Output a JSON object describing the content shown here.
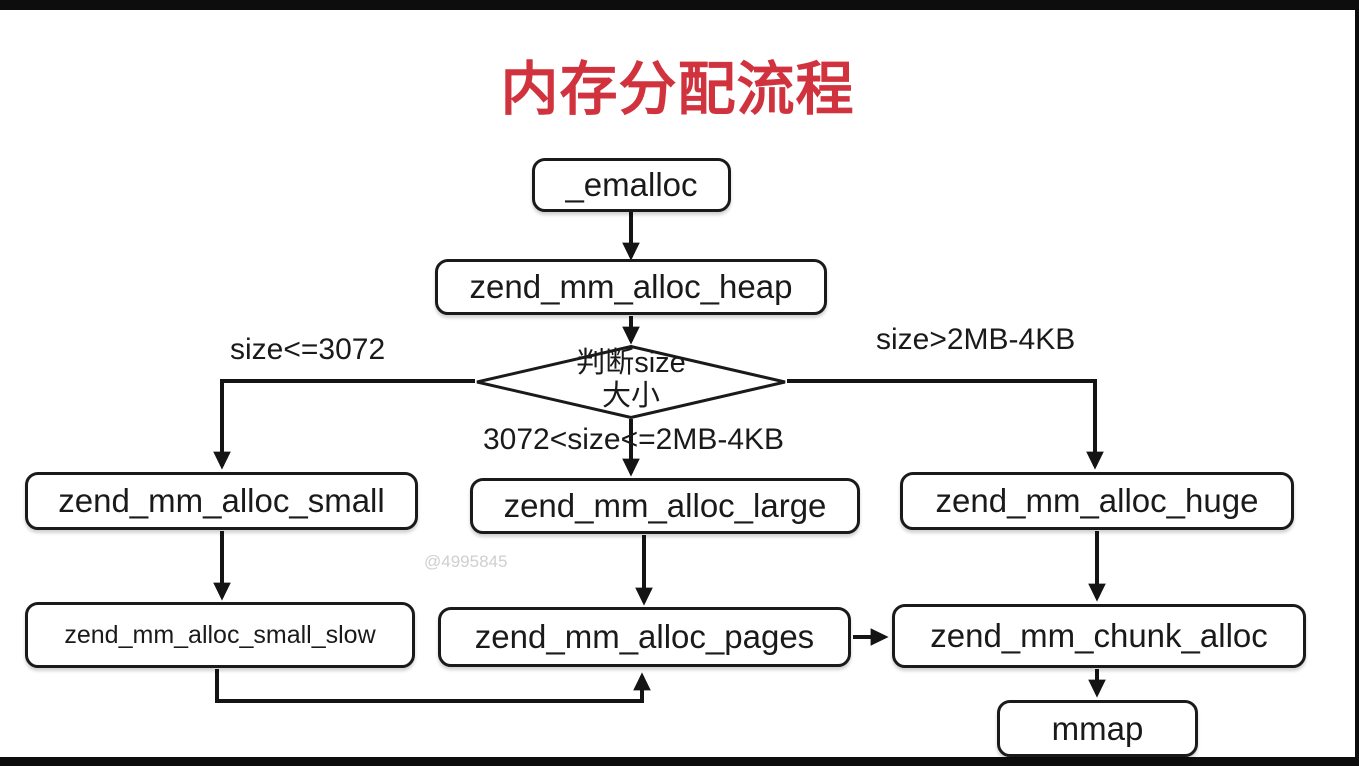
{
  "title": "内存分配流程",
  "watermark": "@4995845",
  "colors": {
    "title": "#d0333e",
    "line": "#141414",
    "box_border": "#1a1a1a",
    "background": "#ffffff",
    "watermark": "#cfcfcf",
    "letterbox": "#0d0d0d"
  },
  "nodes": {
    "emalloc": {
      "label": "_emalloc"
    },
    "heap": {
      "label": "zend_mm_alloc_heap"
    },
    "decision": {
      "line1": "判断size",
      "line2": "大小"
    },
    "small": {
      "label": "zend_mm_alloc_small"
    },
    "small_slow": {
      "label": "zend_mm_alloc_small_slow"
    },
    "large": {
      "label": "zend_mm_alloc_large"
    },
    "pages": {
      "label": "zend_mm_alloc_pages"
    },
    "huge": {
      "label": "zend_mm_alloc_huge"
    },
    "chunk": {
      "label": "zend_mm_chunk_alloc"
    },
    "mmap": {
      "label": "mmap"
    }
  },
  "edge_labels": {
    "left": "size<=3072",
    "middle": "3072<size<=2MB-4KB",
    "right": "size>2MB-4KB"
  },
  "edges": [
    {
      "from": "_emalloc",
      "to": "zend_mm_alloc_heap"
    },
    {
      "from": "zend_mm_alloc_heap",
      "to": "判断size大小"
    },
    {
      "from": "判断size大小",
      "to": "zend_mm_alloc_small",
      "condition": "size<=3072"
    },
    {
      "from": "判断size大小",
      "to": "zend_mm_alloc_large",
      "condition": "3072<size<=2MB-4KB"
    },
    {
      "from": "判断size大小",
      "to": "zend_mm_alloc_huge",
      "condition": "size>2MB-4KB"
    },
    {
      "from": "zend_mm_alloc_small",
      "to": "zend_mm_alloc_small_slow"
    },
    {
      "from": "zend_mm_alloc_small_slow",
      "to": "zend_mm_alloc_pages"
    },
    {
      "from": "zend_mm_alloc_large",
      "to": "zend_mm_alloc_pages"
    },
    {
      "from": "zend_mm_alloc_pages",
      "to": "zend_mm_chunk_alloc"
    },
    {
      "from": "zend_mm_alloc_huge",
      "to": "zend_mm_chunk_alloc"
    },
    {
      "from": "zend_mm_chunk_alloc",
      "to": "mmap"
    }
  ]
}
